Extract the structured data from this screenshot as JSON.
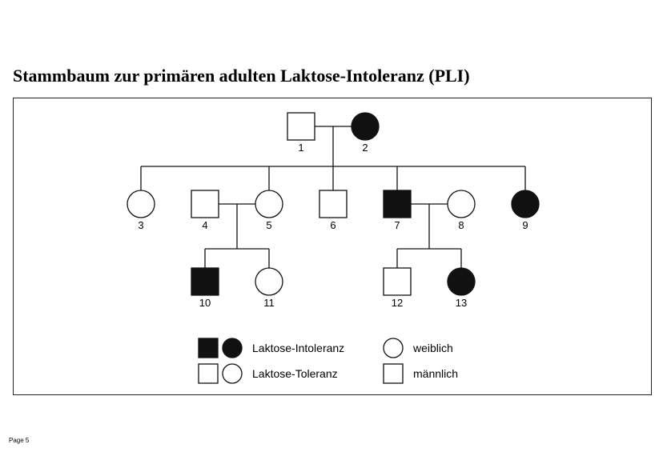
{
  "title": "Stammbaum zur primären adulten Laktose-Intoleranz (PLI)",
  "individuals": [
    {
      "id": "1",
      "sex": "male",
      "affected": false
    },
    {
      "id": "2",
      "sex": "female",
      "affected": true
    },
    {
      "id": "3",
      "sex": "female",
      "affected": false
    },
    {
      "id": "4",
      "sex": "male",
      "affected": false
    },
    {
      "id": "5",
      "sex": "female",
      "affected": false
    },
    {
      "id": "6",
      "sex": "male",
      "affected": false
    },
    {
      "id": "7",
      "sex": "male",
      "affected": true
    },
    {
      "id": "8",
      "sex": "female",
      "affected": false
    },
    {
      "id": "9",
      "sex": "female",
      "affected": true
    },
    {
      "id": "10",
      "sex": "male",
      "affected": true
    },
    {
      "id": "11",
      "sex": "female",
      "affected": false
    },
    {
      "id": "12",
      "sex": "male",
      "affected": false
    },
    {
      "id": "13",
      "sex": "female",
      "affected": true
    }
  ],
  "couples": [
    {
      "partners": [
        "1",
        "2"
      ],
      "children": [
        "3",
        "5",
        "6",
        "7",
        "9"
      ]
    },
    {
      "partners": [
        "4",
        "5"
      ],
      "children": [
        "10",
        "11"
      ]
    },
    {
      "partners": [
        "7",
        "8"
      ],
      "children": [
        "12",
        "13"
      ]
    }
  ],
  "legend": {
    "affected": "Laktose-Intoleranz",
    "unaffected": "Laktose-Toleranz",
    "female": "weiblich",
    "male": "männlich"
  },
  "footer": "Page 5"
}
